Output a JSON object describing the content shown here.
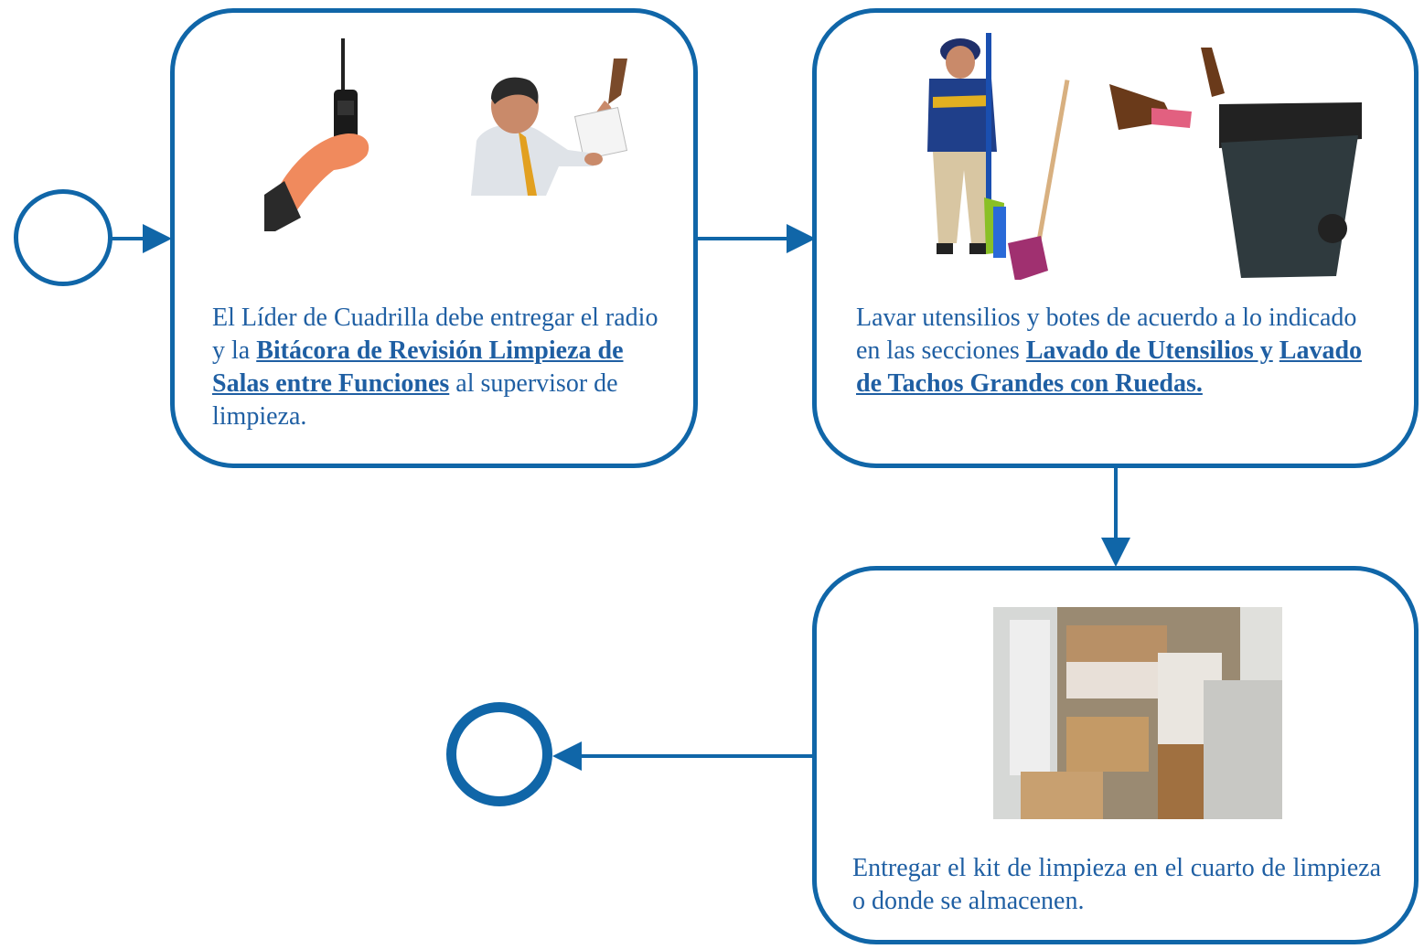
{
  "colors": {
    "flow": "#1066a8",
    "text": "#1f5fa3"
  },
  "steps": [
    {
      "text_plain_1": "El Líder de Cuadrilla debe entregar el radio y la ",
      "link_1": "Bitácora de Revisión Limpieza de Salas entre Funciones",
      "text_plain_2": " al supervisor de limpieza.",
      "images": [
        "hand-holding-radio",
        "man-receiving-document"
      ]
    },
    {
      "text_plain_1": "Lavar utensilios y botes de acuerdo a lo indicado en las secciones ",
      "link_1": "Lavado de Utensilios y",
      "text_plain_2": " ",
      "link_2": "Lavado de Tachos Grandes con Ruedas.",
      "images": [
        "worker-with-cleaning-tools",
        "person-cleaning-trash-bin"
      ]
    },
    {
      "text_plain_1": "Entregar el kit de limpieza en el cuarto de limpieza o donde se almacenen.",
      "images": [
        "storage-room-photo"
      ]
    }
  ]
}
